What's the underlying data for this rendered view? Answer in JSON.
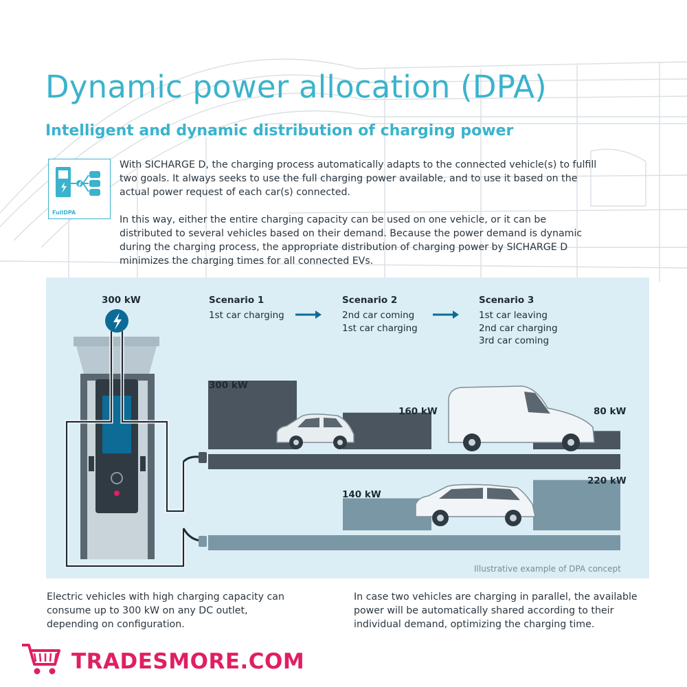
{
  "header": {
    "title": "Dynamic power allocation (DPA)",
    "subtitle": "Intelligent and dynamic distribution of charging power"
  },
  "icon_box": {
    "label": "FullDPA",
    "icon": "charger-distribution-icon"
  },
  "intro": {
    "paragraph1": "With SICHARGE D, the charging process automatically adapts to the connected vehicle(s) to fulfill two goals. It always seeks to use the full charging power available, and to use it based on the actual power request of each car(s) connected.",
    "paragraph2": "In this way, either the entire charging capacity can be used on one vehicle, or it can be distributed to several vehicles based on their demand. Because the power demand is dynamic during the charging process, the appropriate distribution of charging power by SICHARGE D minimizes the charging times for all connected EVs."
  },
  "diagram": {
    "charger_power": "300 kW",
    "scenarios": [
      {
        "title": "Scenario 1",
        "lines": [
          "1st car charging"
        ]
      },
      {
        "title": "Scenario 2",
        "lines": [
          "2nd car coming",
          "1st car charging"
        ]
      },
      {
        "title": "Scenario 3",
        "lines": [
          "1st car leaving",
          "2nd car charging",
          "3rd car coming"
        ]
      }
    ],
    "outlet1_bars": [
      {
        "scenario": 1,
        "label": "300 kW",
        "kw": 300
      },
      {
        "scenario": 2,
        "label": "160 kW",
        "kw": 160
      },
      {
        "scenario": 3,
        "label": "80 kW",
        "kw": 80
      }
    ],
    "outlet2_bars": [
      {
        "scenario": 2,
        "label": "140 kW",
        "kw": 140
      },
      {
        "scenario": 3,
        "label": "220 kW",
        "kw": 220
      }
    ],
    "caption": "Illustrative example of DPA concept",
    "colors": {
      "outlet1": "#4a5560",
      "outlet2": "#7a97a6",
      "panel": "#dbeef5",
      "accent": "#3ab3cc",
      "charger_dark": "#0d6b96"
    }
  },
  "bottom": {
    "left": "Electric vehicles with high charging capacity can consume up to 300 kW on any DC outlet, depending on configuration.",
    "right": "In case two vehicles are charging in parallel, the available power will be automatically shared according to their individual demand, optimizing the charging time."
  },
  "logo": {
    "text": "TRADESMORE.COM",
    "icon": "shopping-cart-icon",
    "color": "#e01f63"
  }
}
